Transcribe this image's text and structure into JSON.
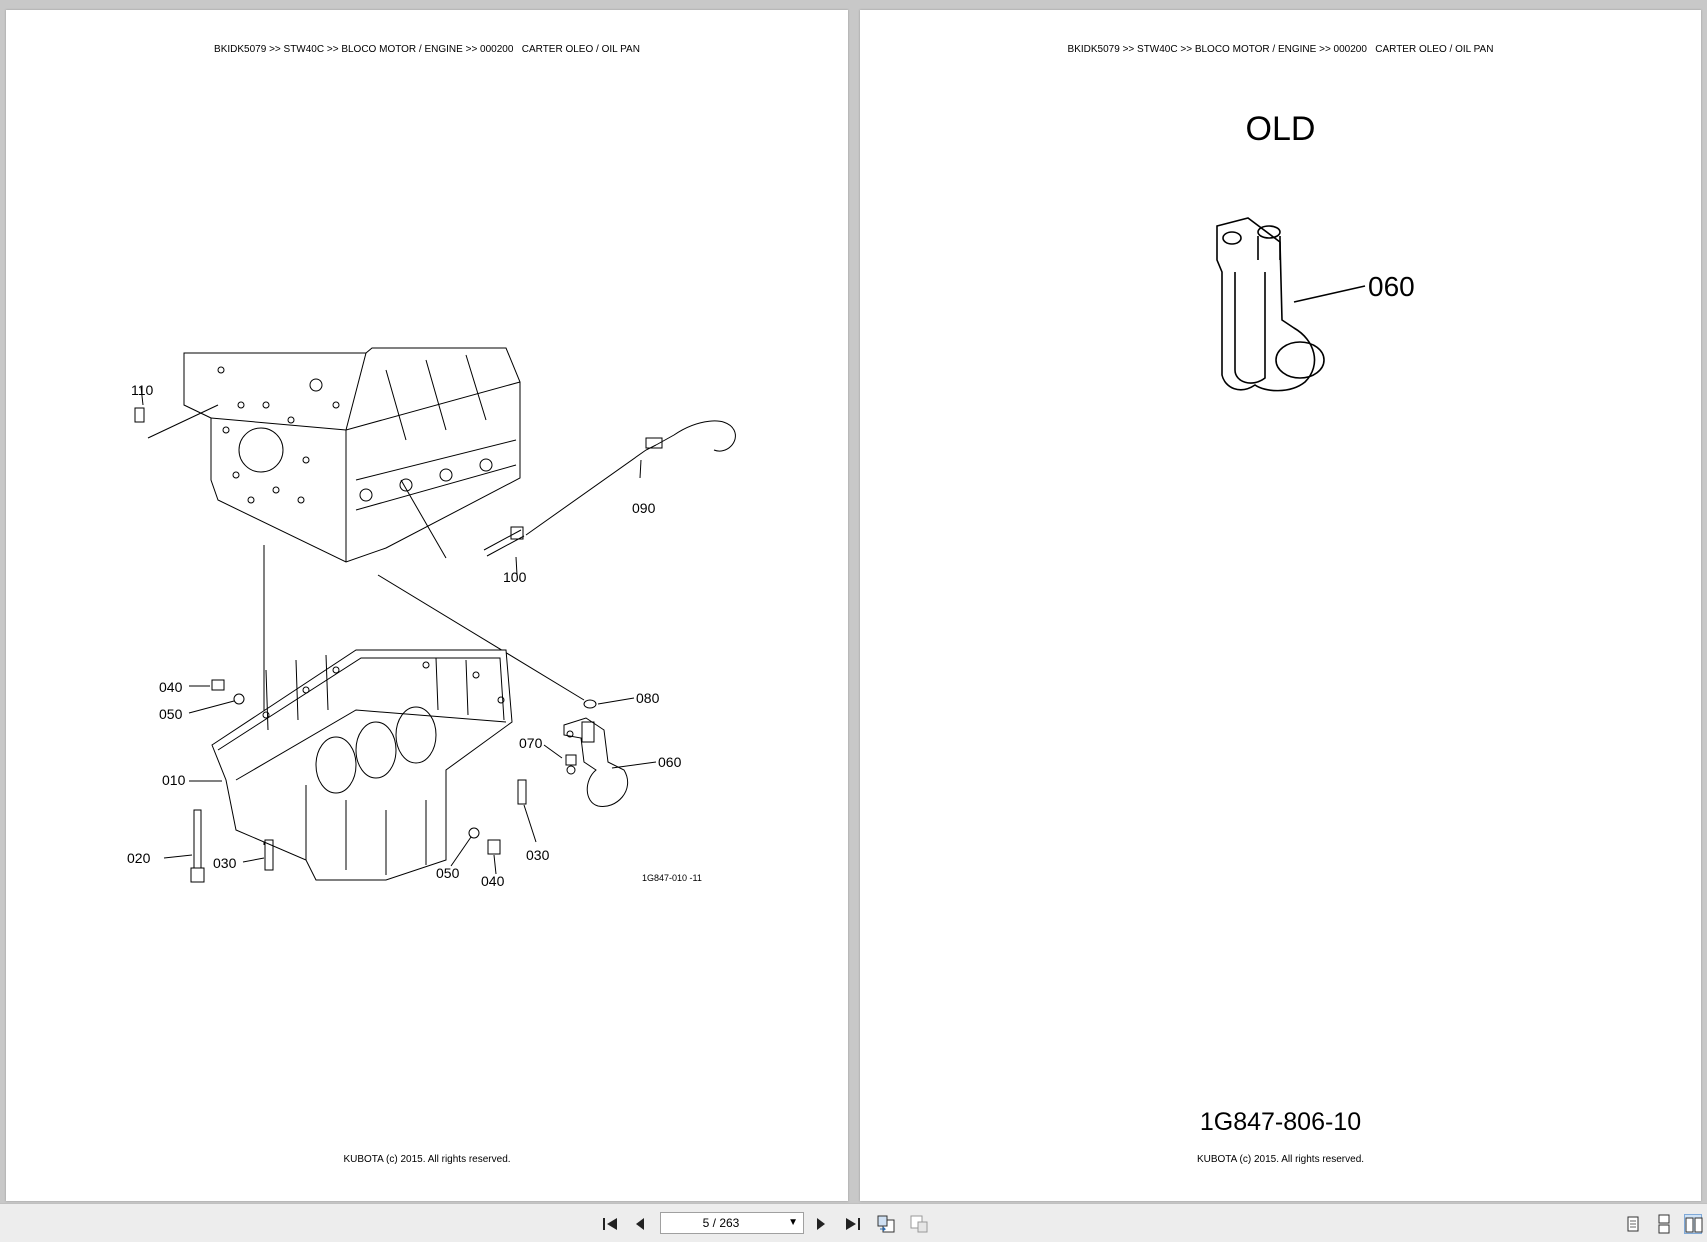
{
  "pages": [
    {
      "header": "BKIDK5079 >> STW40C >> BLOCO MOTOR / ENGINE >> 000200   CARTER OLEO / OIL PAN",
      "footer": "KUBOTA (c) 2015. All rights reserved.",
      "drawing_code": "1G847-010  -11",
      "callouts": [
        "110",
        "090",
        "100",
        "040",
        "050",
        "080",
        "070",
        "060",
        "010",
        "020",
        "030",
        "030",
        "050",
        "040"
      ]
    },
    {
      "header": "BKIDK5079 >> STW40C >> BLOCO MOTOR / ENGINE >> 000200   CARTER OLEO / OIL PAN",
      "footer": "KUBOTA (c) 2015. All rights reserved.",
      "old_label": "OLD",
      "callout": "060",
      "part_code": "1G847-806-10"
    }
  ],
  "toolbar": {
    "first_page_icon": "skip-first-icon",
    "prev_page_icon": "prev-icon",
    "page_indicator": "5 / 263",
    "next_page_icon": "next-icon",
    "last_page_icon": "skip-last-icon"
  }
}
